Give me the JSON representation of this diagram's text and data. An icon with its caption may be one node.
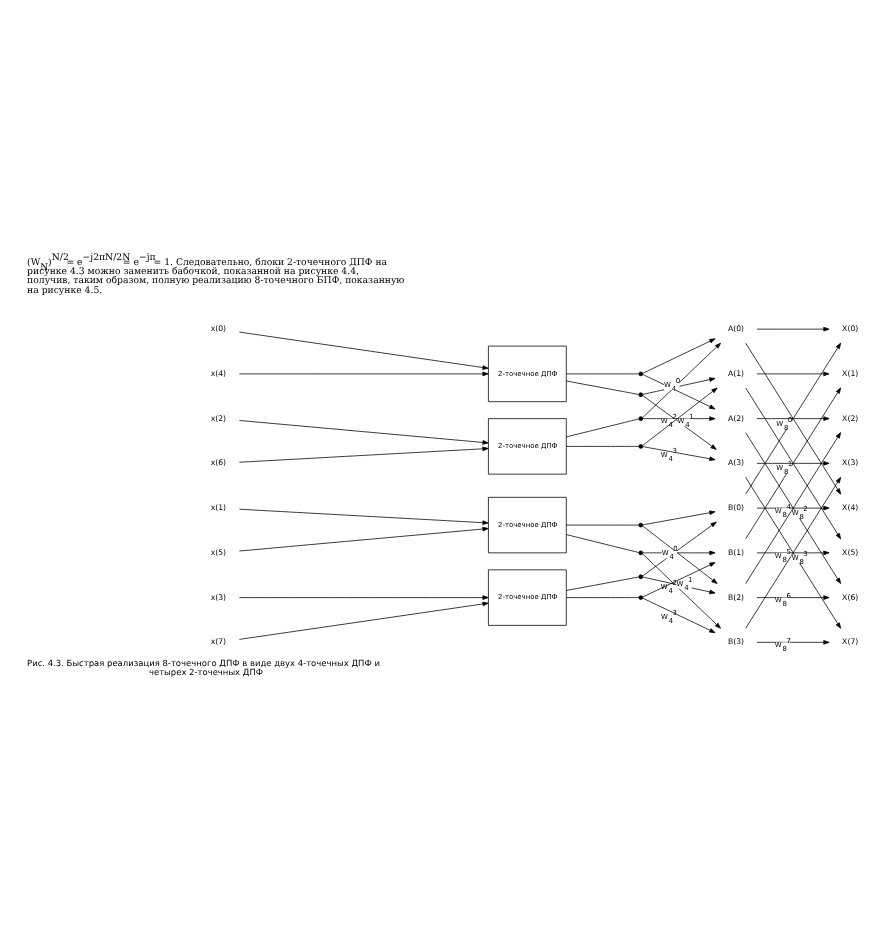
{
  "diagram": {
    "caption": "Рис. 4.3. Быстрая реализация 8-точечного ДПФ в виде двух 4-точечных ДПФ и четырех 2-точечных ДПФ",
    "nodes": [
      {
        "text": [
          "x(0)"
        ]
      },
      {
        "text": [
          "x(4)"
        ]
      },
      {
        "text": [
          "x(2)"
        ]
      },
      {
        "text": [
          "x(6)"
        ]
      },
      {
        "text": [
          "x(1)"
        ]
      },
      {
        "text": [
          "x(5)"
        ]
      },
      {
        "text": [
          "x(3)"
        ]
      },
      {
        "text": [
          "x(7)"
        ]
      },
      {
        "text": [
          "2-точечное ДПФ"
        ]
      },
      {
        "text": [
          "2-точечное ДПФ"
        ]
      },
      {
        "text": [
          "2-точечное ДПФ"
        ]
      },
      {
        "text": [
          "2-точечное ДПФ"
        ]
      },
      {
        "text": [],
        "shape": "circle"
      },
      {
        "text": [],
        "shape": "circle"
      },
      {
        "text": [],
        "shape": "circle"
      },
      {
        "text": [],
        "shape": "circle"
      },
      {
        "text": [],
        "shape": "circle"
      },
      {
        "text": [],
        "shape": "circle"
      },
      {
        "text": [],
        "shape": "circle"
      },
      {
        "text": [],
        "shape": "circle"
      },
      {
        "text": [
          "A(0)"
        ]
      },
      {
        "text": [
          "A(1)"
        ]
      },
      {
        "text": [
          "A(2)"
        ]
      },
      {
        "text": [
          "A(3)"
        ]
      },
      {
        "text": [
          "B(0)"
        ]
      },
      {
        "text": [
          "B(1)"
        ]
      },
      {
        "text": [
          "B(2)"
        ]
      },
      {
        "text": [
          "B(3)"
        ]
      },
      {
        "text": [
          "X(0)"
        ]
      },
      {
        "text": [
          "X(1)"
        ]
      },
      {
        "text": [
          "X(2)"
        ]
      },
      {
        "text": [
          "X(3)"
        ]
      },
      {
        "text": [
          "X(4)"
        ]
      },
      {
        "text": [
          "X(5)"
        ]
      },
      {
        "text": [
          "X(6)"
        ]
      },
      {
        "text": [
          "X(7)"
        ]
      }
    ],
    "edges": [
      {
        "from": 0,
        "to": 8,
        "arrow": "to"
      },
      {
        "from": 1,
        "to": 8,
        "arrow": "to"
      },
      {
        "from": 2,
        "to": 9,
        "arrow": "to"
      },
      {
        "from": 3,
        "to": 9,
        "arrow": "to"
      },
      {
        "from": 4,
        "to": 10,
        "arrow": "to"
      },
      {
        "from": 5,
        "to": 10,
        "arrow": "to"
      },
      {
        "from": 6,
        "to": 11,
        "arrow": "to"
      },
      {
        "from": 7,
        "to": 11,
        "arrow": "to"
      },
      {
        "from": 8,
        "to": 12,
        "arrow": "none"
      },
      {
        "from": 8,
        "to": 13,
        "arrow": "none"
      },
      {
        "from": 9,
        "to": 14,
        "arrow": "none"
      },
      {
        "from": 9,
        "to": 15,
        "arrow": "none"
      },
      {
        "from": 10,
        "to": 16,
        "arrow": "none"
      },
      {
        "from": 10,
        "to": 17,
        "arrow": "none"
      },
      {
        "from": 11,
        "to": 18,
        "arrow": "none"
      },
      {
        "from": 11,
        "to": 19,
        "arrow": "none"
      },
      {
        "from": 12,
        "to": 20,
        "arrow": "to"
      },
      {
        "from": 12,
        "to": 22,
        "arrow": "to"
      },
      {
        "from": 13,
        "to": 21,
        "arrow": "to"
      },
      {
        "from": 13,
        "to": 23,
        "arrow": "to"
      },
      {
        "from": 14,
        "to": 20,
        "arrow": "to",
        "label": "W$_{4}$$^{0}$"
      },
      {
        "from": 14,
        "to": 22,
        "arrow": "to",
        "label": "W$_{4}$$^{2}$"
      },
      {
        "from": 15,
        "to": 21,
        "arrow": "to",
        "label": "W$_{4}$$^{1}$"
      },
      {
        "from": 15,
        "to": 23,
        "arrow": "to",
        "label": "W$_{4}$$^{3}$"
      },
      {
        "from": 16,
        "to": 24,
        "arrow": "to"
      },
      {
        "from": 16,
        "to": 26,
        "arrow": "to"
      },
      {
        "from": 17,
        "to": 25,
        "arrow": "to"
      },
      {
        "from": 17,
        "to": 27,
        "arrow": "to"
      },
      {
        "from": 18,
        "to": 24,
        "arrow": "to",
        "label": "W$_{4}$$^{0}$"
      },
      {
        "from": 18,
        "to": 26,
        "arrow": "to",
        "label": "W$_{4}$$^{2}$"
      },
      {
        "from": 19,
        "to": 25,
        "arrow": "to",
        "label": "W$_{4}$$^{1}$"
      },
      {
        "from": 19,
        "to": 27,
        "arrow": "to",
        "label": "W$_{4}$$^{3}$"
      },
      {
        "from": 20,
        "to": 28,
        "arrow": "to"
      },
      {
        "from": 20,
        "to": 32,
        "arrow": "to"
      },
      {
        "from": 24,
        "to": 28,
        "arrow": "to",
        "label": "W$_{8}$$^{0}$"
      },
      {
        "from": 24,
        "to": 32,
        "arrow": "to",
        "label": "W$_{8}$$^{4}$"
      },
      {
        "from": 21,
        "to": 29,
        "arrow": "to"
      },
      {
        "from": 21,
        "to": 33,
        "arrow": "to"
      },
      {
        "from": 25,
        "to": 29,
        "arrow": "to",
        "label": "W$_{8}$$^{1}$"
      },
      {
        "from": 25,
        "to": 33,
        "arrow": "to",
        "label": "W$_{8}$$^{5}$"
      },
      {
        "from": 22,
        "to": 30,
        "arrow": "to"
      },
      {
        "from": 22,
        "to": 34,
        "arrow": "to"
      },
      {
        "from": 26,
        "to": 30,
        "arrow": "to",
        "label": "W$_{8}$$^{2}$"
      },
      {
        "from": 26,
        "to": 34,
        "arrow": "to",
        "label": "W$_{8}$$^{6}$"
      },
      {
        "from": 23,
        "to": 31,
        "arrow": "to"
      },
      {
        "from": 23,
        "to": 35,
        "arrow": "to"
      },
      {
        "from": 27,
        "to": 31,
        "arrow": "to",
        "label": "W$_{8}$$^{3}$"
      },
      {
        "from": 27,
        "to": 35,
        "arrow": "to",
        "label": "W$_{8}$$^{7}$"
      }
    ],
    "labels": [
      "(W$_{N}$)$^{N/2}$= e$^{−j2πN/2N}$= e$^{−jπ}$= 1. Следовательно, блоки 2-точечного ДПФ на рисунке 4.3 можно заменить бабочкой, показанной на рисунке 4.4, получив, таким образом, полную реализацию 8-точечного БПФ, показанную на рисунке 4.5."
    ]
  }
}
